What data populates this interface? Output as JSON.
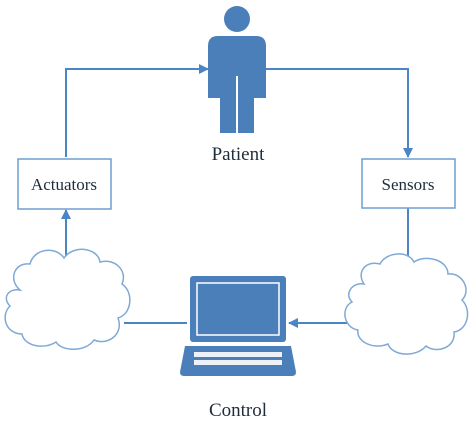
{
  "diagram": {
    "nodes": {
      "patient": {
        "label": "Patient",
        "icon": "person-icon"
      },
      "sensors": {
        "label": "Sensors"
      },
      "actuators": {
        "label": "Actuators"
      },
      "control": {
        "label": "Control",
        "icon": "laptop-icon"
      },
      "cloud_left": {
        "icon": "cloud-icon"
      },
      "cloud_right": {
        "icon": "cloud-icon"
      }
    },
    "edges": [
      {
        "from": "actuators",
        "to": "patient"
      },
      {
        "from": "patient",
        "to": "sensors"
      },
      {
        "from": "sensors",
        "to": "cloud_right"
      },
      {
        "from": "cloud_right",
        "to": "control"
      },
      {
        "from": "control",
        "to": "cloud_left"
      },
      {
        "from": "cloud_left",
        "to": "actuators"
      }
    ],
    "colors": {
      "line": "#4a86c5",
      "icon_fill": "#4a7fba",
      "box_stroke": "#6f9fd0",
      "cloud_stroke": "#7fa9d6"
    }
  }
}
